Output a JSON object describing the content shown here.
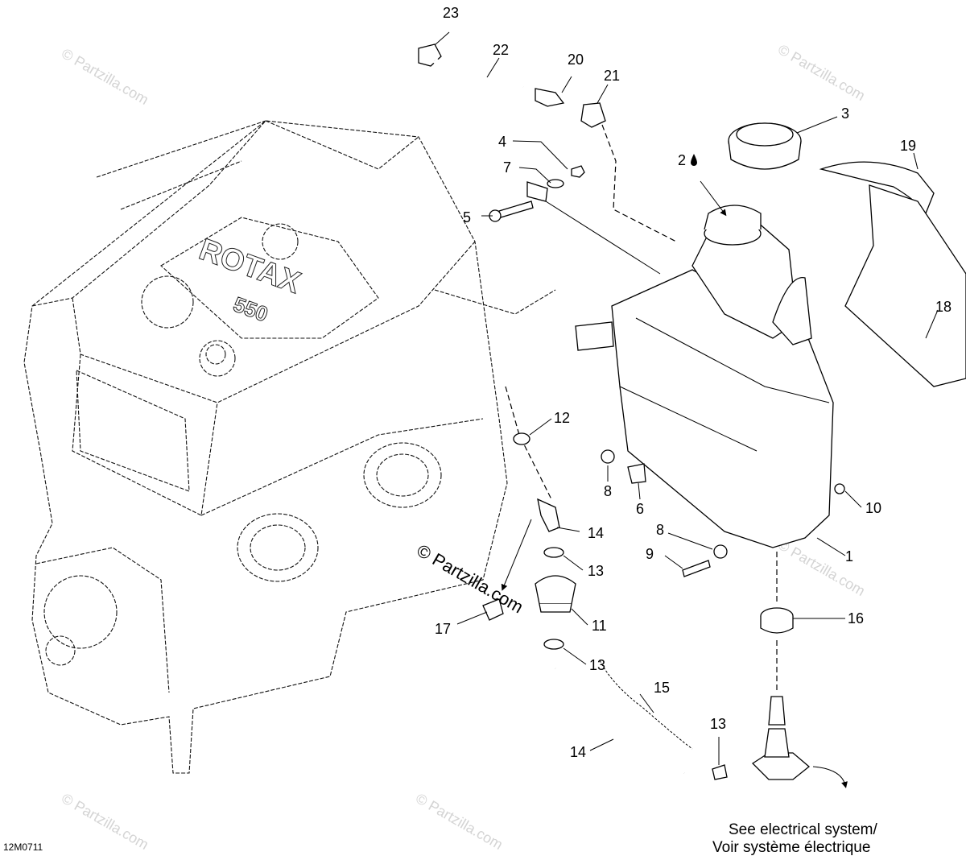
{
  "drawing_code": "12M0711",
  "watermark": "© Partzilla.com",
  "engine_label": "ROTAX",
  "engine_model": "550",
  "note_lines": [
    "See electrical system/",
    "Voir système électrique"
  ],
  "oil_marker": "2",
  "callouts": [
    "1",
    "3",
    "4",
    "5",
    "6",
    "7",
    "8",
    "8",
    "9",
    "10",
    "11",
    "12",
    "13",
    "13",
    "13",
    "14",
    "14",
    "15",
    "16",
    "17",
    "18",
    "19",
    "20",
    "21",
    "22",
    "23"
  ]
}
